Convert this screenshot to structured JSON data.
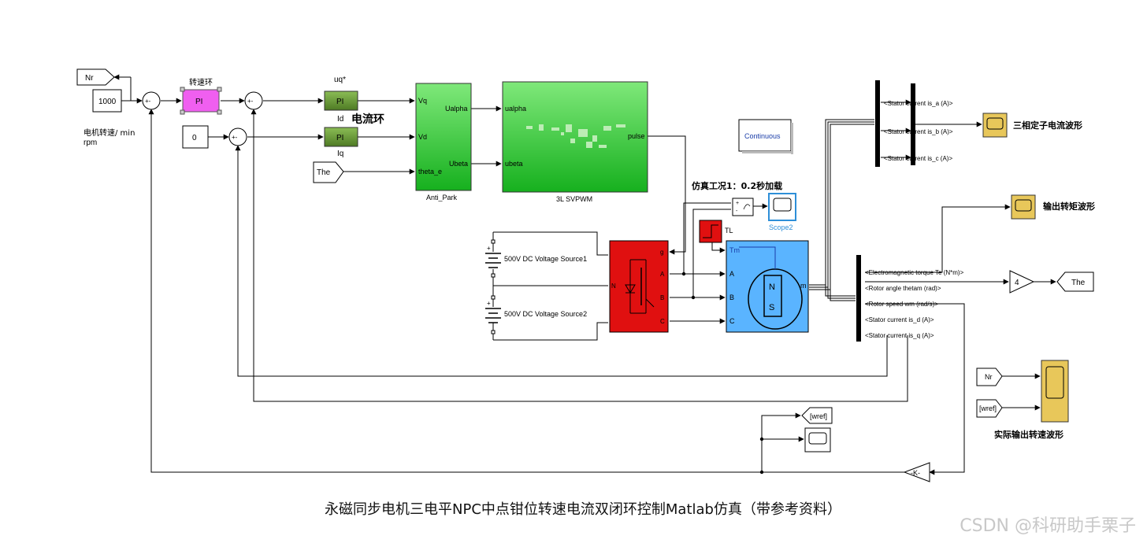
{
  "blocks": {
    "goto_nr": "Nr",
    "const_1000": "1000",
    "const_0": "0",
    "speed_pi_title": "转速环",
    "pi": "PI",
    "uq_label": "uq*",
    "id_label": "Id",
    "iq_label": "Iq",
    "current_loop": "电流环",
    "from_the": "The",
    "motor_speed_unit": "电机转速/ min",
    "rpm": "rpm",
    "sum_sign": "+-",
    "anti_park": {
      "title": "Anti_Park",
      "in_vq": "Vq",
      "in_vd": "Vd",
      "in_theta": "theta_e",
      "out_ualpha": "Ualpha",
      "out_ubeta": "Ubeta"
    },
    "svpwm": {
      "title": "3L SVPWM",
      "in_ualpha": "ualpha",
      "in_ubeta": "ubeta",
      "out_pulse": "pulse"
    },
    "continuous": "Continuous",
    "sim_case": "仿真工况1：0.2秒加载",
    "scope2": "Scope2",
    "tl": "TL",
    "dc_source1": "500V DC Voltage Source1",
    "dc_source2": "500V DC Voltage Source2",
    "inverter_ports": [
      "g",
      "A",
      "N",
      "B",
      "C"
    ],
    "motor_ports": [
      "Tm",
      "A",
      "B",
      "C",
      "m"
    ],
    "motor_poles": [
      "N",
      "S"
    ],
    "stator_abc": [
      "<Stator current is_a (A)>",
      "<Stator current is_b (A)>",
      "<Stator current is_c (A)>"
    ],
    "scope_three_phase": "三相定子电流波形",
    "scope_torque": "输出转矩波形",
    "measurements": [
      "<Electromagnetic torque Te (N*m)>",
      "<Rotor angle thetam (rad)>",
      "<Rotor speed wm (rad/s)>",
      "<Stator current is_d (A)>",
      "<Stator current is_q (A)>"
    ],
    "gain_4": "4",
    "goto_the": "The",
    "from_nr": "Nr",
    "from_wref": "[wref]",
    "goto_wref": "[wref]",
    "scope_speed": "实际输出转速波形",
    "gain_k": "-K-"
  },
  "caption": "永磁同步电机三电平NPC中点钳位转速电流双闭环控制Matlab仿真（带参考资料）",
  "watermark": "CSDN @科研助手栗子",
  "colors": {
    "pi_magenta": "#f05ff0",
    "pi_green": "#6d9a3a",
    "subsystem_green": "#2ec83a",
    "inverter_red": "#e01010",
    "motor_blue": "#5ab4ff",
    "scope_yellow": "#e8c75a",
    "scope2_label": "#2e8fd8"
  }
}
